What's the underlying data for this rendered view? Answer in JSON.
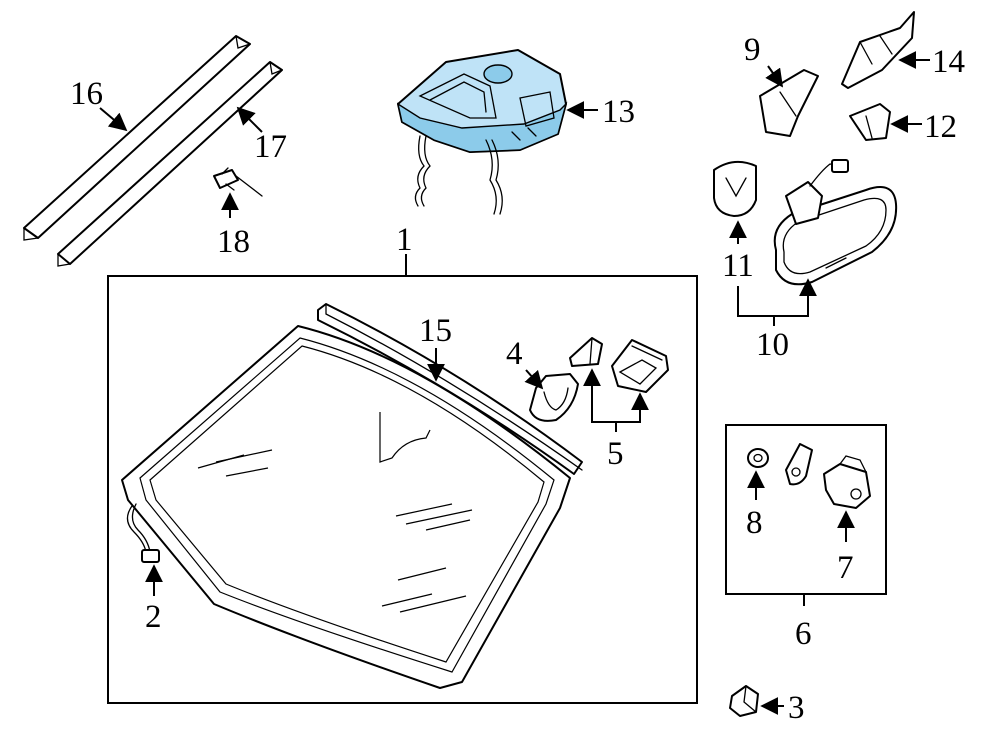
{
  "highlight_color": "#bfe3f7",
  "callouts": [
    {
      "id": "1",
      "text": "1"
    },
    {
      "id": "2",
      "text": "2"
    },
    {
      "id": "3",
      "text": "3"
    },
    {
      "id": "4",
      "text": "4"
    },
    {
      "id": "5",
      "text": "5"
    },
    {
      "id": "6",
      "text": "6"
    },
    {
      "id": "7",
      "text": "7"
    },
    {
      "id": "8",
      "text": "8"
    },
    {
      "id": "9",
      "text": "9"
    },
    {
      "id": "10",
      "text": "10"
    },
    {
      "id": "11",
      "text": "11"
    },
    {
      "id": "12",
      "text": "12"
    },
    {
      "id": "13",
      "text": "13"
    },
    {
      "id": "14",
      "text": "14"
    },
    {
      "id": "15",
      "text": "15"
    },
    {
      "id": "16",
      "text": "16"
    },
    {
      "id": "17",
      "text": "17"
    },
    {
      "id": "18",
      "text": "18"
    }
  ]
}
